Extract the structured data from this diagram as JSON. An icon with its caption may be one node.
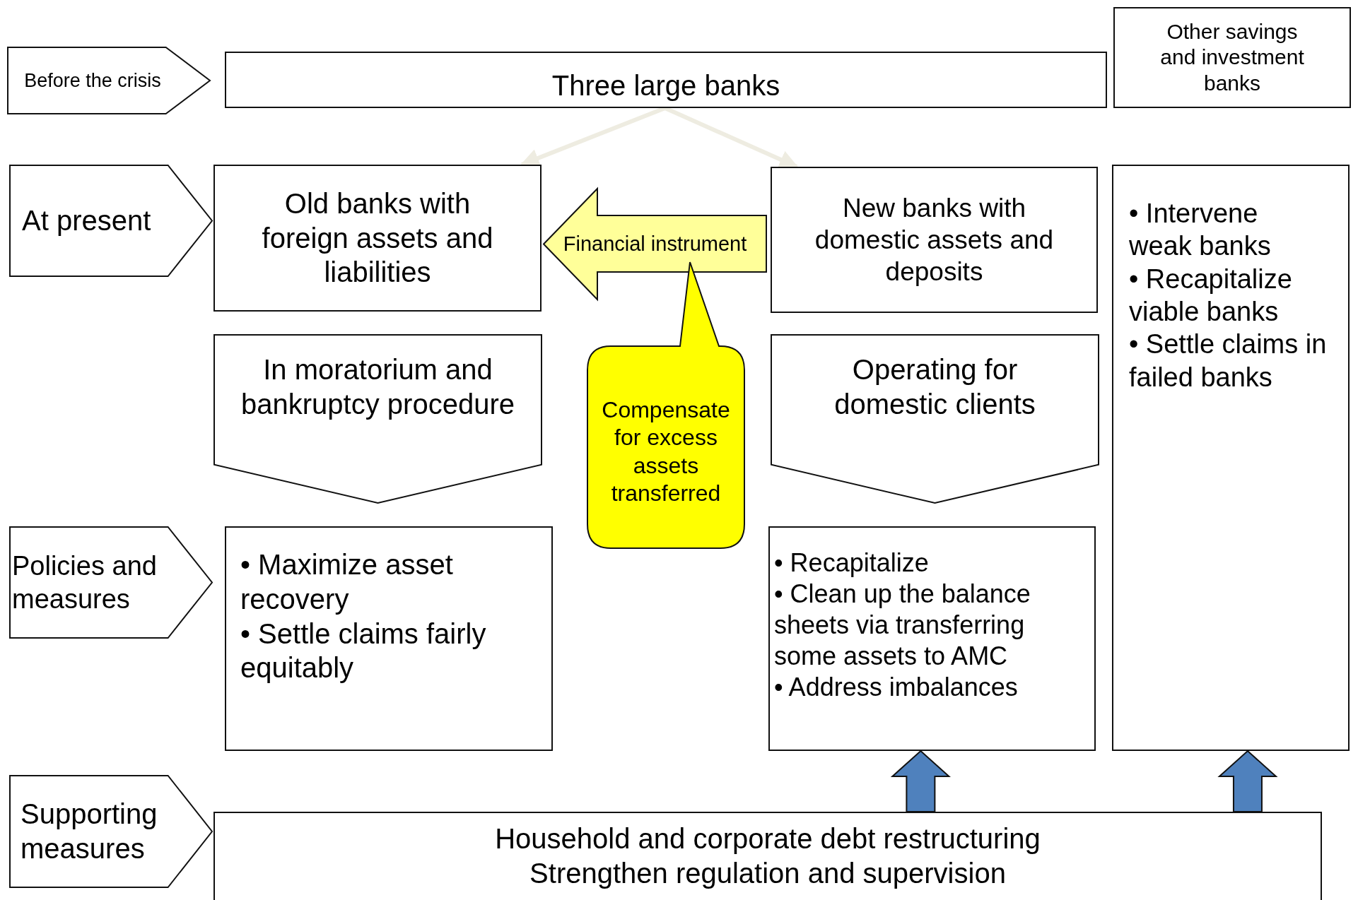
{
  "diagram": {
    "nodes": [
      {
        "text": [
          "Before the crisis"
        ]
      },
      {
        "text": [
          "Three large banks"
        ]
      },
      {
        "text": [
          "Other savings and investment banks"
        ]
      },
      {
        "text": [
          "At present"
        ]
      },
      {
        "text": [
          "Old banks with foreign assets and liabilities"
        ]
      },
      {
        "text": [
          "New banks with domestic assets and deposits"
        ]
      },
      {
        "text": [
          "Financial instrument"
        ]
      },
      {
        "text": [
          "Compensate for excess assets transferred"
        ]
      },
      {
        "text": [
          "• Intervene weak banks",
          "• Recapitalize viable banks",
          "• Settle claims in failed banks"
        ]
      },
      {
        "text": [
          "In moratorium and bankruptcy procedure"
        ]
      },
      {
        "text": [
          "Operating for domestic clients"
        ]
      },
      {
        "text": [
          "Policies and measures"
        ]
      },
      {
        "text": [
          "• Maximize asset recovery",
          "• Settle claims fairly equitably"
        ]
      },
      {
        "text": [
          "• Recapitalize",
          "• Clean up the balance sheets via transferring some assets to AMC",
          "• Address imbalances"
        ]
      },
      {
        "text": [
          "Supporting measures"
        ]
      },
      {
        "text": [
          "Household and corporate debt restructuring",
          "Strengthen regulation and supervision"
        ]
      }
    ],
    "edges": [
      {
        "from": 1,
        "to": 4,
        "arrow": "to",
        "color": "#eeece1"
      },
      {
        "from": 1,
        "to": 5,
        "arrow": "to",
        "color": "#eeece1"
      },
      {
        "from": 15,
        "to": 13,
        "arrow": "to",
        "style": "thick",
        "color": "#4f81bd"
      },
      {
        "from": 15,
        "to": 8,
        "arrow": "to",
        "style": "thick",
        "color": "#4f81bd"
      }
    ]
  }
}
